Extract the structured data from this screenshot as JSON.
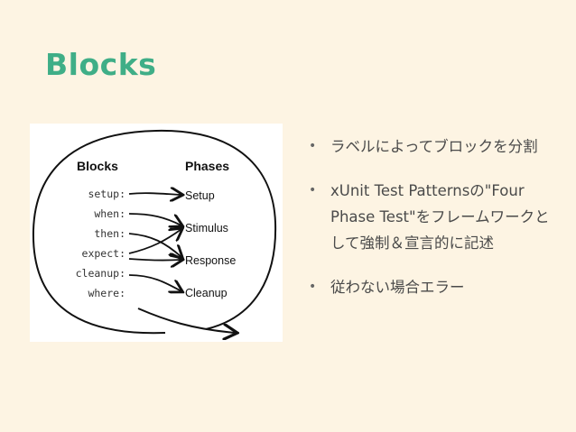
{
  "slide": {
    "title": "Blocks"
  },
  "diagram": {
    "headers": {
      "blocks": "Blocks",
      "phases": "Phases"
    },
    "blocks": [
      "setup:",
      "when:",
      "then:",
      "expect:",
      "cleanup:",
      "where:"
    ],
    "phases": [
      "Setup",
      "Stimulus",
      "Response",
      "Cleanup"
    ]
  },
  "bullets": [
    "ラベルによってブロックを分割",
    "xUnit Test Patternsの\"Four Phase Test\"をフレームワークとして強制＆宣言的に記述",
    "従わない場合エラー"
  ],
  "colors": {
    "title": "#3fae87",
    "background": "#fdf4e3",
    "text": "#4a4a4a"
  }
}
